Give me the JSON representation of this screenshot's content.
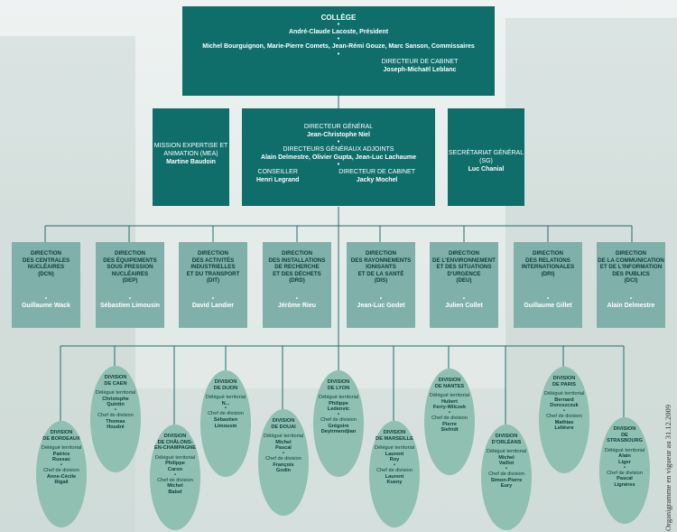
{
  "college": {
    "title": "COLLÈGE",
    "president": "André-Claude Lacoste, Président",
    "commissioners": "Michel Bourguignon, Marie-Pierre Comets, Jean-Rémi Gouze, Marc Sanson, Commissaires",
    "cabinet_role": "DIRECTEUR DE CABINET",
    "cabinet_name": "Joseph-Michaël Leblanc"
  },
  "dg": {
    "role": "DIRECTEUR GÉNÉRAL",
    "name": "Jean-Christophe Niel",
    "adjoints_role": "DIRECTEURS GÉNÉRAUX ADJOINTS",
    "adjoints_names": "Alain Delmestre, Olivier Gupta, Jean-Luc Lachaume",
    "conseiller_role": "CONSEILLER",
    "conseiller_name": "Henri Legrand",
    "cabinet_role": "DIRECTEUR DE CABINET",
    "cabinet_name": "Jacky Mochel"
  },
  "mea": {
    "line1": "MISSION EXPERTISE ET",
    "line2": "ANIMATION (MEA)",
    "name": "Martine Baudoin"
  },
  "sg": {
    "role": "SECRÉTARIAT GÉNÉRAL (SG)",
    "name": "Luc Chanial"
  },
  "directions": [
    {
      "lines": [
        "DIRECTION",
        "DES CENTRALES",
        "NUCLÉAIRES",
        "(DCN)"
      ],
      "name": "Guillaume Wack"
    },
    {
      "lines": [
        "DIRECTION",
        "DES ÉQUIPEMENTS",
        "SOUS PRESSION",
        "NUCLÉAIRES",
        "(DEP)"
      ],
      "name": "Sébastien Limousin"
    },
    {
      "lines": [
        "DIRECTION",
        "DES ACTIVITÉS",
        "INDUSTRIELLES",
        "ET DU TRANSPORT",
        "(DIT)"
      ],
      "name": "David Landier"
    },
    {
      "lines": [
        "DIRECTION",
        "DES INSTALLATIONS",
        "DE RECHERCHE",
        "ET DES DÉCHETS",
        "(DRD)"
      ],
      "name": "Jérôme Rieu"
    },
    {
      "lines": [
        "DIRECTION",
        "DES RAYONNEMENTS",
        "IONISANTS",
        "ET DE LA SANTÉ",
        "(DIS)"
      ],
      "name": "Jean-Luc Godet"
    },
    {
      "lines": [
        "DIRECTION",
        "DE L'ENVIRONNEMENT",
        "ET DES SITUATIONS",
        "D'URGENCE",
        "(DEU)"
      ],
      "name": "Julien Collet"
    },
    {
      "lines": [
        "DIRECTION",
        "DES RELATIONS",
        "INTERNATIONALES",
        "(DRI)"
      ],
      "name": "Guillaume Gillet"
    },
    {
      "lines": [
        "DIRECTION",
        "DE LA COMMUNICATION",
        "ET DE L'INFORMATION",
        "DES PUBLICS",
        "(DCI)"
      ],
      "name": "Alain Delmestre"
    }
  ],
  "divisions": [
    {
      "lines": [
        "DIVISION",
        "DE BORDEAUX"
      ],
      "delegue": [
        "Patrice",
        "Russac"
      ],
      "chef": [
        "Anne-Cécile",
        "Rigail"
      ]
    },
    {
      "lines": [
        "DIVISION",
        "DE CAEN"
      ],
      "delegue": [
        "Christophe",
        "Quintin"
      ],
      "chef": [
        "Thomas",
        "Houdré"
      ]
    },
    {
      "lines": [
        "DIVISION",
        "DE CHÂLONS-",
        "EN-CHAMPAGNE"
      ],
      "delegue": [
        "Philippe",
        "Caron"
      ],
      "chef": [
        "Michel",
        "Babel"
      ]
    },
    {
      "lines": [
        "DIVISION",
        "DE DIJON"
      ],
      "delegue": [
        "N..."
      ],
      "chef": [
        "Sébastien",
        "Limousin"
      ]
    },
    {
      "lines": [
        "DIVISION",
        "DE DOUAI"
      ],
      "delegue": [
        "Michel",
        "Pascal"
      ],
      "chef": [
        "François",
        "Godin"
      ]
    },
    {
      "lines": [
        "DIVISION",
        "DE LYON"
      ],
      "delegue": [
        "Philippe",
        "Ledenvic"
      ],
      "chef": [
        "Grégoire",
        "Deyirmendjian"
      ]
    },
    {
      "lines": [
        "DIVISION",
        "DE MARSEILLE"
      ],
      "delegue": [
        "Laurent",
        "Roy"
      ],
      "chef": [
        "Laurent",
        "Kueny"
      ]
    },
    {
      "lines": [
        "DIVISION",
        "DE NANTES"
      ],
      "delegue": [
        "Hubert",
        "Ferry-Wilczek"
      ],
      "chef": [
        "Pierre",
        "Siefridt"
      ]
    },
    {
      "lines": [
        "DIVISION",
        "D'ORLÉANS"
      ],
      "delegue": [
        "Michel",
        "Vaillot"
      ],
      "chef": [
        "Simon-Pierre",
        "Eury"
      ]
    },
    {
      "lines": [
        "DIVISION",
        "DE PARIS"
      ],
      "delegue": [
        "Bernard",
        "Doroszczuk"
      ],
      "chef": [
        "Mathias",
        "Lelièvre"
      ]
    },
    {
      "lines": [
        "DIVISION",
        "DE STRASBOURG"
      ],
      "delegue": [
        "Alain",
        "Liger"
      ],
      "chef": [
        "Pascal",
        "Lignères"
      ]
    }
  ],
  "roles": {
    "delegue": "Délégué territorial",
    "chef": "Chef de division"
  },
  "side_note": "Organigramme en vigueur au 31.12.2009",
  "colors": {
    "dark_box": "#0f6d6a",
    "direction_box": "#7fb0a9",
    "division_oval": "#8fc0b1",
    "connector": "#1f6f6a"
  }
}
